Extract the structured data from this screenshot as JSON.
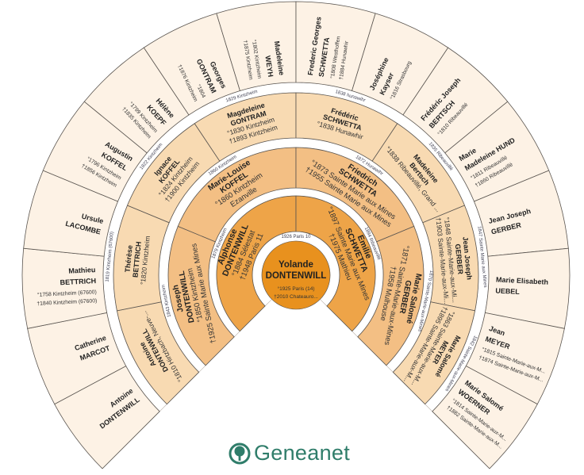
{
  "symbols": {
    "birth": "°",
    "death": "†"
  },
  "colors": {
    "root": "#E8911E",
    "gen2": "#EEA448",
    "gen3": "#F3BF84",
    "gen4": "#F8DAB2",
    "gen5": "#FDF2E5",
    "band": "#FFFFFF",
    "stroke": "#5a5550",
    "logo": "#2F7D6A"
  },
  "root": {
    "first": "Yolande",
    "last": "DONTENWILL",
    "birth": "1925 Paris (14)",
    "death": "2010 Chateauro..."
  },
  "generations": [
    [
      {
        "first": "Alphonse",
        "last": "DONTENWILL",
        "birth": "1884 Sélestat",
        "death": "1948 Paris 11"
      },
      {
        "first": "Emilie",
        "last": "SCHWETTA",
        "birth": "1897 Sainte Marie aux Mines",
        "death": "1975 Mathieu"
      }
    ],
    [
      {
        "first": "Joseph",
        "last": "DONTENWILL",
        "birth": "1850 Kintzheim",
        "death": "1925 Sainte Marie aux Mines"
      },
      {
        "first": "Marie-Louise",
        "last": "KOFFEL",
        "birth": "1860 Kintzheim",
        "note": "Ezanville"
      },
      {
        "first": "Friedrich",
        "last": "SCHWETTA",
        "birth": "1873 Sainte Marie aux Mines",
        "death": "1955 Sainte Marie aux Mines"
      },
      {
        "first": "Marie Salomé",
        "last": "GERBER",
        "birth": "1871 Sainte-Marie-aux-Mines",
        "death": "1958 Mulhouse"
      }
    ],
    [
      {
        "first": "Antoine",
        "last": "DONTENWILL",
        "birth": "1810 Hirtzbach, Neuve-..."
      },
      {
        "first": "Thérèse",
        "last": "BETTRICH",
        "birth": "1820 Kintzheim"
      },
      {
        "first": "Ignace",
        "last": "KOFFEL",
        "birth": "1824 Kintzheim",
        "death": "1900 Kintzheim"
      },
      {
        "first": "Magdeleine",
        "last": "GONTRAM",
        "birth": "1830 Kintzheim",
        "death": "1893 Kintzheim"
      },
      {
        "first": "Frédéric",
        "last": "SCHWETTA",
        "birth": "1838 Hunawhir"
      },
      {
        "first": "Madeleine",
        "last": "Bertsch",
        "birth": "1838 Ribeauvillé, Grand ..."
      },
      {
        "first": "Jean Joseph",
        "last": "GERBER",
        "birth": "1848 Sainte-Marie-aux-Mi...",
        "death": "1903 Sainte-Marie-aux-Mi..."
      },
      {
        "first": "Marie Salomé",
        "last": "MEYER",
        "birth": "1863 Sainte-Marie-aux-M...",
        "death": "1895 Sainte-Marie-aux-M..."
      }
    ],
    [
      {
        "first": "Antoine",
        "last": "DONTENWILL"
      },
      {
        "first": "Catherine",
        "last": "MARCOT"
      },
      {
        "first": "Mathieu",
        "last": "BETTRICH",
        "birth": "1758 Kintzheim (67600)",
        "death": "1840 Kintzheim (67600)"
      },
      {
        "first": "Ursule",
        "last": "LACOMBE"
      },
      {
        "first": "Augustin",
        "last": "KOFFEL",
        "birth": "1796 Kintzheim",
        "death": "1856 Kintzheim"
      },
      {
        "first": "Hélène",
        "last": "KOEPF",
        "birth": "1799 Kintzheim",
        "death": "1835 Kintzheim"
      },
      {
        "first": "Georges",
        "last": "GONTRAM",
        "birth": "1804",
        "death": "1876 Kintzheim"
      },
      {
        "first": "Madeleine",
        "last": "WEYH",
        "birth": "1802 Kintzheim",
        "death": "1875 Kintzheim"
      },
      {
        "first": "Frederic Georges",
        "last": "SCHWETTA",
        "birth": "1808 Westhoffen",
        "death": "1884 Hunawhir"
      },
      {
        "first": "Joséphine",
        "last": "Kayser",
        "birth": "1816 Strasbourg"
      },
      {
        "first": "Frédéric Joseph",
        "last": "BERTSCH",
        "birth": "1810 Ribeauvillé"
      },
      {
        "first": "Marie",
        "last": "Madeleine HUND",
        "birth": "1811 Ribeauvillé",
        "death": "1860 Ribeauvillé"
      },
      {
        "first": "Jean Joseph",
        "last": "GERBER"
      },
      {
        "first": "Marie Elisabeth",
        "last": "UEBEL"
      },
      {
        "first": "Jean",
        "last": "MEYER",
        "birth": "1815 Sainte-Marie-aux-M...",
        "death": "1874 Sainte-Marie-aux-M..."
      },
      {
        "first": "Marie Salomé",
        "last": "WOERNER",
        "birth": "1814 Sainte-Marie-aux-M...",
        "death": "1882 Sainte-Marie-aux-M..."
      }
    ]
  ],
  "marriages": [
    [
      "1926 Paris 10"
    ],
    [
      "1879 Kintzheim",
      "1894 Ribeauvillé"
    ],
    [
      "1843 Kintzheim",
      "1860 Kintzheim",
      "1872 Hunawihr",
      "1870 Sainte-Marie-aux-Mines"
    ],
    [
      null,
      "1819 Kintzheim (67600)",
      "1822 Kintzheim",
      "1829 Kintzheim",
      "1838 hunawihr",
      "1835 Ribeauvillé",
      "1847 Sainte Marie aux Mines",
      "1842 Sainte-Marie-aux-Mines"
    ]
  ],
  "logo": {
    "text": "Geneanet"
  }
}
